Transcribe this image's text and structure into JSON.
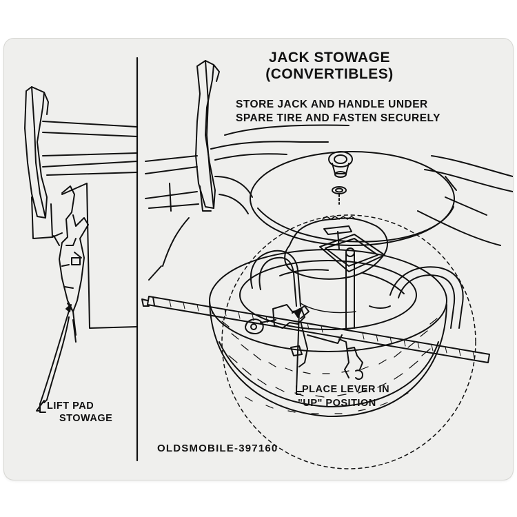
{
  "decal": {
    "title_line1": "JACK STOWAGE",
    "title_line2": "(CONVERTIBLES)",
    "instruction_line1": "STORE JACK AND HANDLE UNDER",
    "instruction_line2": "SPARE TIRE AND FASTEN SECURELY",
    "lever_callout_line1": "PLACE LEVER IN",
    "lever_callout_line2": "\"UP\" POSITION",
    "lift_pad_line1": "LIFT PAD",
    "lift_pad_line2": "STOWAGE",
    "part_number": "OLDSMOBILE-397160"
  },
  "colors": {
    "decal_background": "#efefed",
    "ink": "#111111"
  }
}
